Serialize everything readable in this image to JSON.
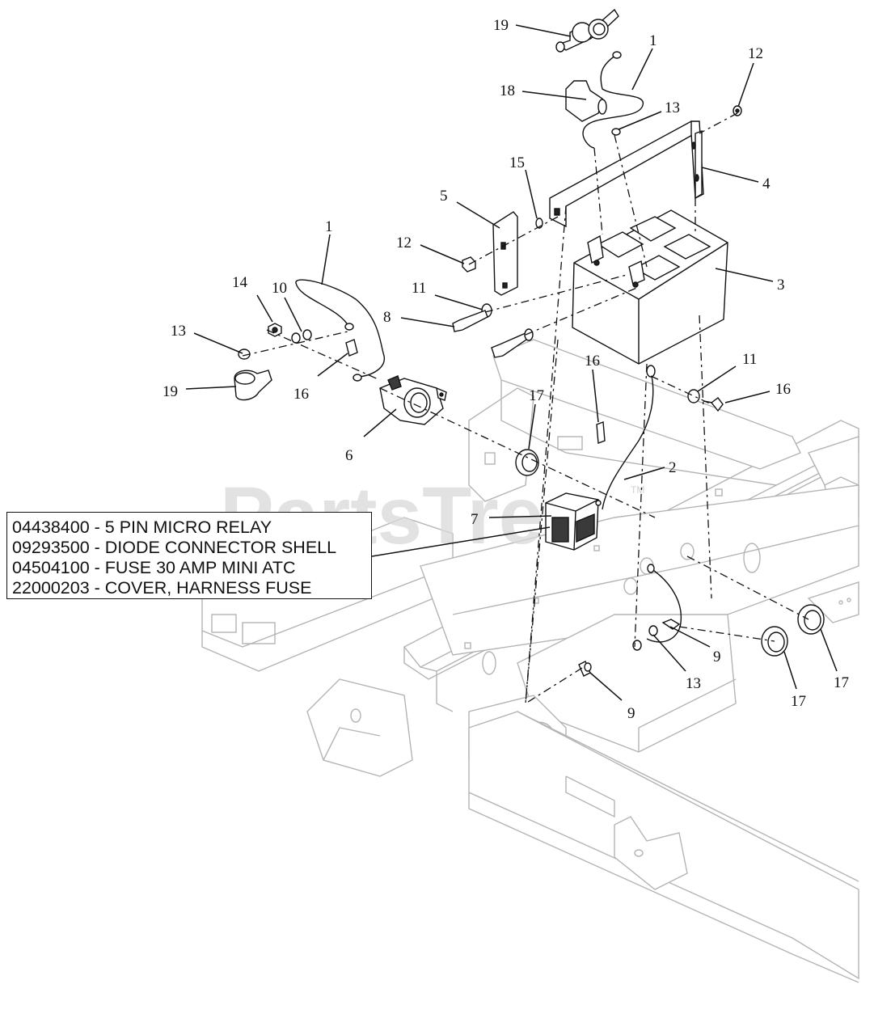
{
  "watermark": {
    "text": "PartsTree",
    "trademark": "TM"
  },
  "callouts": {
    "c19_top": "19",
    "c1_top": "1",
    "c12_right": "12",
    "c18": "18",
    "c13_top": "13",
    "c4": "4",
    "c15": "15",
    "c5": "5",
    "c12_left": "12",
    "c3": "3",
    "c1_left": "1",
    "c14": "14",
    "c10": "10",
    "c11_left": "11",
    "c8": "8",
    "c13_left": "13",
    "c16_left": "16",
    "c19_left": "19",
    "c16_mid": "16",
    "c11_right": "11",
    "c16_right": "16",
    "c17_left": "17",
    "c6": "6",
    "c2": "2",
    "c7": "7",
    "c9_right": "9",
    "c13_bottom": "13",
    "c9_bottom": "9",
    "c17_mid": "17",
    "c17_right": "17"
  },
  "parts_list": [
    "04438400 - 5 PIN MICRO RELAY",
    "09293500 - DIODE CONNECTOR SHELL",
    "04504100 - FUSE 30 AMP MINI ATC",
    "22000203 - COVER, HARNESS FUSE"
  ]
}
